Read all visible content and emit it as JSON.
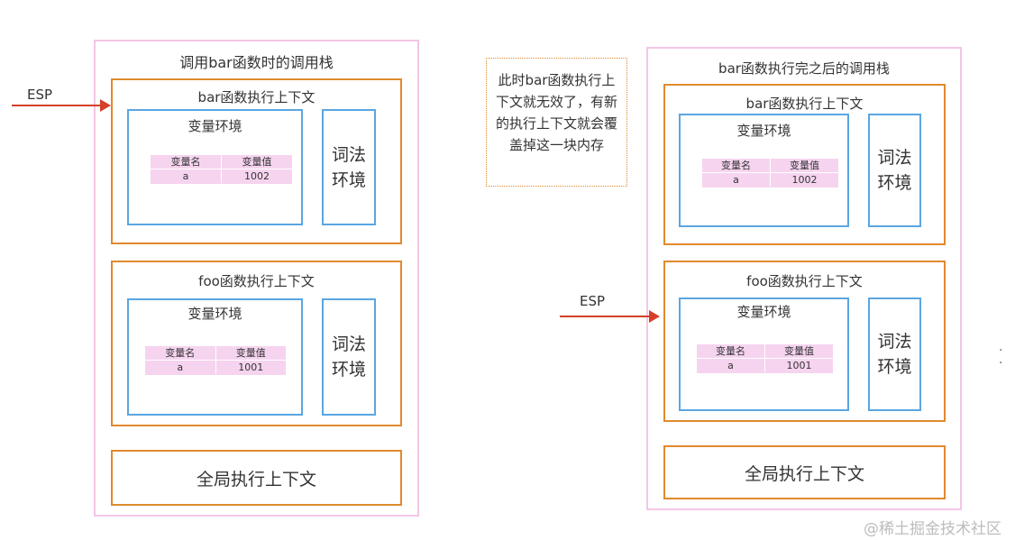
{
  "left_stack": {
    "title": "调用bar函数时的调用栈",
    "esp_label": "ESP",
    "bar_context": {
      "title": "bar函数执行上下文",
      "variable_env_title": "变量环境",
      "table_headers": [
        "变量名",
        "变量值"
      ],
      "table_row": [
        "a",
        "1002"
      ],
      "lexical_env": "词法\n环境"
    },
    "foo_context": {
      "title": "foo函数执行上下文",
      "variable_env_title": "变量环境",
      "table_headers": [
        "变量名",
        "变量值"
      ],
      "table_row": [
        "a",
        "1001"
      ],
      "lexical_env": "词法\n环境"
    },
    "global_context": "全局执行上下文"
  },
  "note": "此时bar函数执行上下文就无效了，有新的执行上下文就会覆盖掉这一块内存",
  "right_stack": {
    "title": "bar函数执行完之后的调用栈",
    "esp_label": "ESP",
    "bar_context": {
      "title": "bar函数执行上下文",
      "variable_env_title": "变量环境",
      "table_headers": [
        "变量名",
        "变量值"
      ],
      "table_row": [
        "a",
        "1002"
      ],
      "lexical_env": "词法\n环境"
    },
    "foo_context": {
      "title": "foo函数执行上下文",
      "variable_env_title": "变量环境",
      "table_headers": [
        "变量名",
        "变量值"
      ],
      "table_row": [
        "a",
        "1001"
      ],
      "lexical_env": "词法\n环境"
    },
    "global_context": "全局执行上下文"
  },
  "watermark": "@稀土掘金技术社区",
  "colors": {
    "stack_border": "#f3c6e6",
    "context_border": "#e08a2e",
    "env_border": "#5aa6e2",
    "table_fill": "#f6d4ef",
    "esp_arrow": "#d4402a"
  }
}
